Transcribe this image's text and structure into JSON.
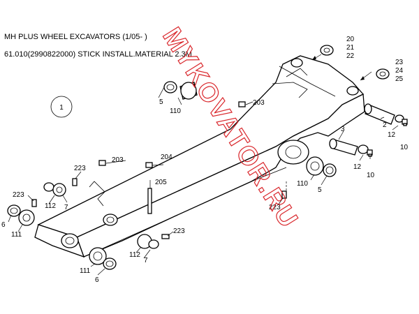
{
  "header": {
    "line1": "MH PLUS WHEEL EXCAVATORS (1/05- )",
    "line2": "61.010(2990822000) STICK INSTALL.MATERIAL 2.3M"
  },
  "figure_number": "1",
  "watermark": "MYKOVATOR.RU",
  "colors": {
    "watermark": "#d9262b",
    "line": "#000000"
  },
  "labels": {
    "l20": "20",
    "l21": "21",
    "l22": "22",
    "l23a": "23",
    "l24": "24",
    "l25": "25",
    "l5a": "5",
    "l110a": "110",
    "l203a": "203",
    "l2": "2",
    "l12a": "12",
    "l10a": "10",
    "l3": "3",
    "l12b": "12",
    "l10b": "10",
    "l203b": "203",
    "l204": "204",
    "l223a": "223",
    "l205": "205",
    "l223b": "223",
    "l7a": "7",
    "l112a": "112",
    "l6a": "6",
    "l111a": "111",
    "l110b": "110",
    "l5b": "5",
    "l223c": "223",
    "l223d": "223",
    "l112b": "112",
    "l7b": "7",
    "l111b": "111",
    "l6b": "6"
  }
}
